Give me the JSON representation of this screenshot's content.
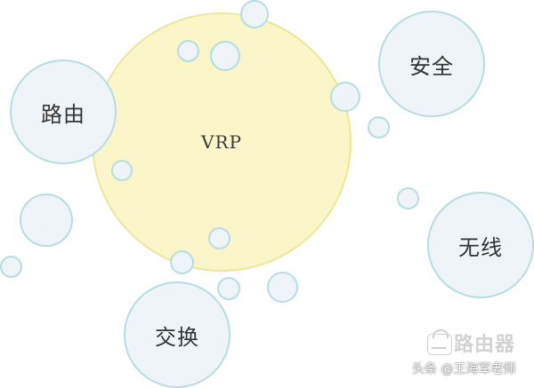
{
  "diagram": {
    "core": {
      "label": "VRP"
    },
    "topics": [
      {
        "id": "routing",
        "label": "路由"
      },
      {
        "id": "security",
        "label": "安全"
      },
      {
        "id": "wireless",
        "label": "无线"
      },
      {
        "id": "switching",
        "label": "交换"
      }
    ]
  },
  "watermark": {
    "title": "路由器",
    "credit": "头条 @王海军老师"
  },
  "colors": {
    "core_fill": "#fbf6c9",
    "core_stroke": "#ece79a",
    "bubble_fill": "#eef4f8",
    "bubble_stroke": "#b7dde2"
  }
}
